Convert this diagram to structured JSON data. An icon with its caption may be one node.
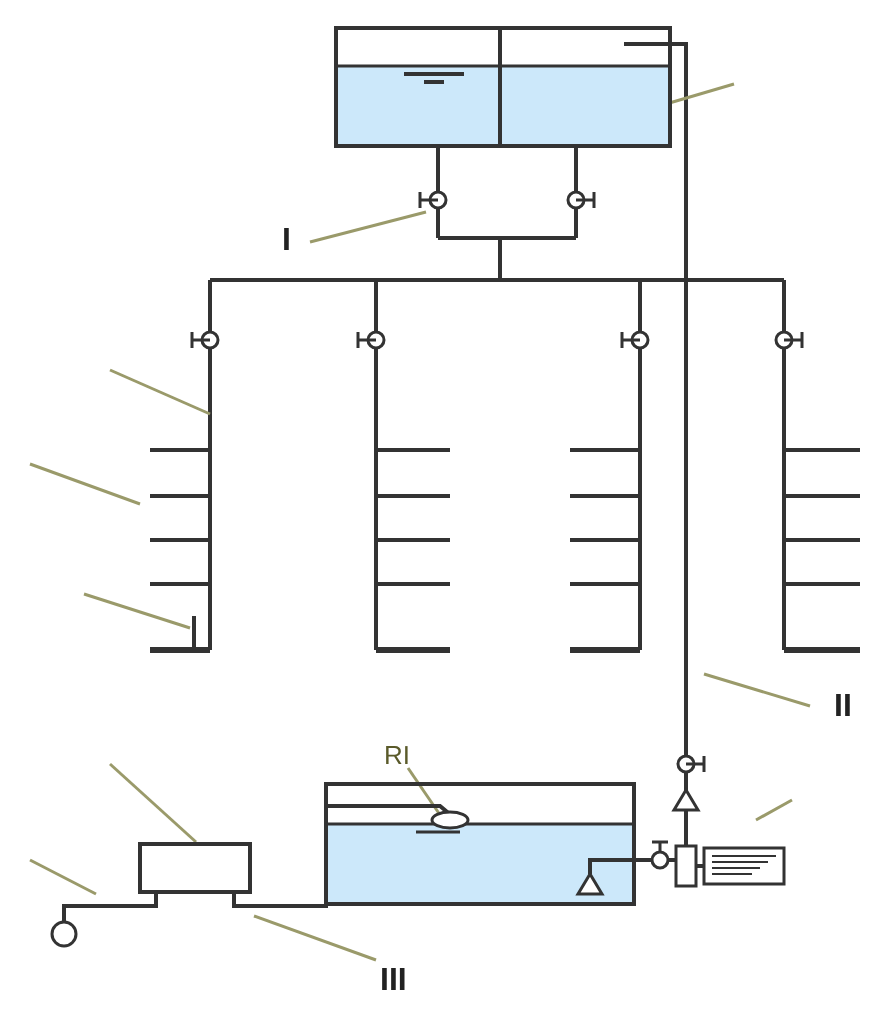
{
  "diagram": {
    "nodes": [
      {
        "text": [],
        "shape": "box"
      },
      {
        "text": [
          "I"
        ]
      },
      {
        "text": [
          "II"
        ]
      },
      {
        "text": [
          "RI"
        ]
      },
      {
        "text": [],
        "shape": "box"
      },
      {
        "text": [],
        "shape": "box"
      },
      {
        "text": [],
        "shape": "box"
      },
      {
        "text": [],
        "shape": "circle"
      },
      {
        "text": [
          "III"
        ]
      }
    ],
    "edges": [
      {
        "from": 1,
        "to": null,
        "arrow": "none"
      },
      {
        "from": 2,
        "to": null,
        "arrow": "none"
      },
      {
        "from": 3,
        "to": 5,
        "arrow": "none"
      },
      {
        "from": 8,
        "to": null,
        "arrow": "none"
      },
      {
        "from": 6,
        "to": 0,
        "arrow": "to",
        "color": "#333333"
      },
      {
        "from": 5,
        "to": 6,
        "arrow": "other",
        "color": "#333333"
      },
      {
        "from": 4,
        "to": 5,
        "arrow": "none",
        "color": "#333333"
      },
      {
        "from": 7,
        "to": 4,
        "arrow": "none",
        "color": "#333333"
      },
      {
        "from": 0,
        "to": null,
        "arrow": "none",
        "color": "#333333"
      },
      {
        "from": null,
        "to": 4,
        "arrow": "none"
      },
      {
        "from": null,
        "to": 0,
        "arrow": "none"
      }
    ]
  }
}
